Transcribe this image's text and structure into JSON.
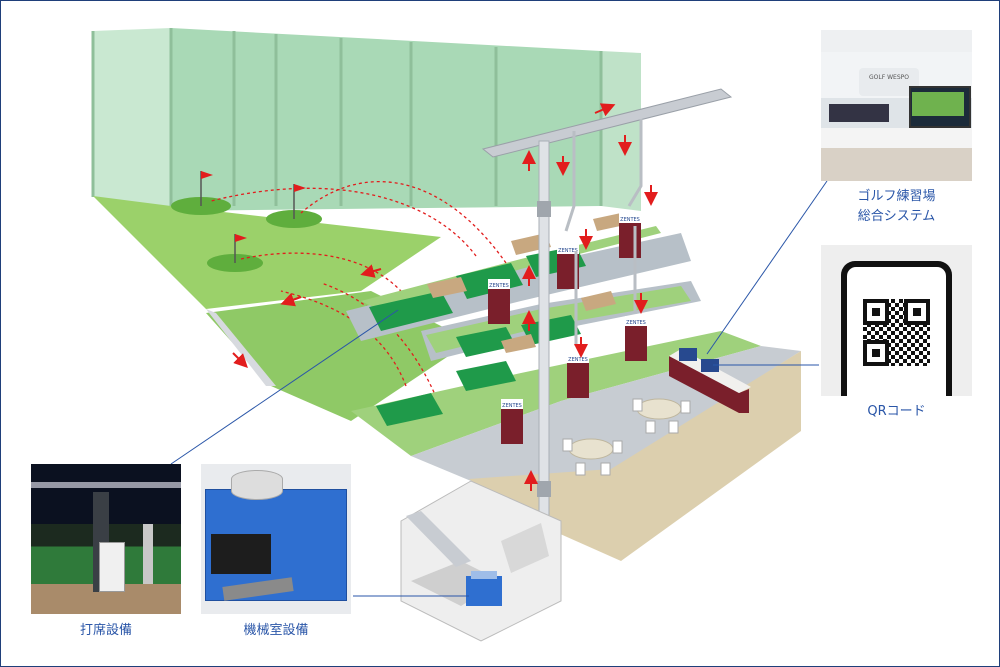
{
  "captions": {
    "system_line1": "ゴルフ練習場",
    "system_line2": "総合システム",
    "qr": "QRコード",
    "booth": "打席設備",
    "machine": "機械室設備"
  },
  "signs": {
    "brand": "ZENTES",
    "photo_sign": "GOLF WESPO"
  },
  "colors": {
    "net": "#a9d9b6",
    "turf": "#8fc966",
    "turf_dark": "#6fb24e",
    "mat": "#1f9a4a",
    "rail": "#c8ccd2",
    "machine_blue": "#2f6fd0",
    "accent_red": "#e21d1d",
    "caption_blue": "#2a56a8",
    "floor_tan": "#dccfae"
  }
}
